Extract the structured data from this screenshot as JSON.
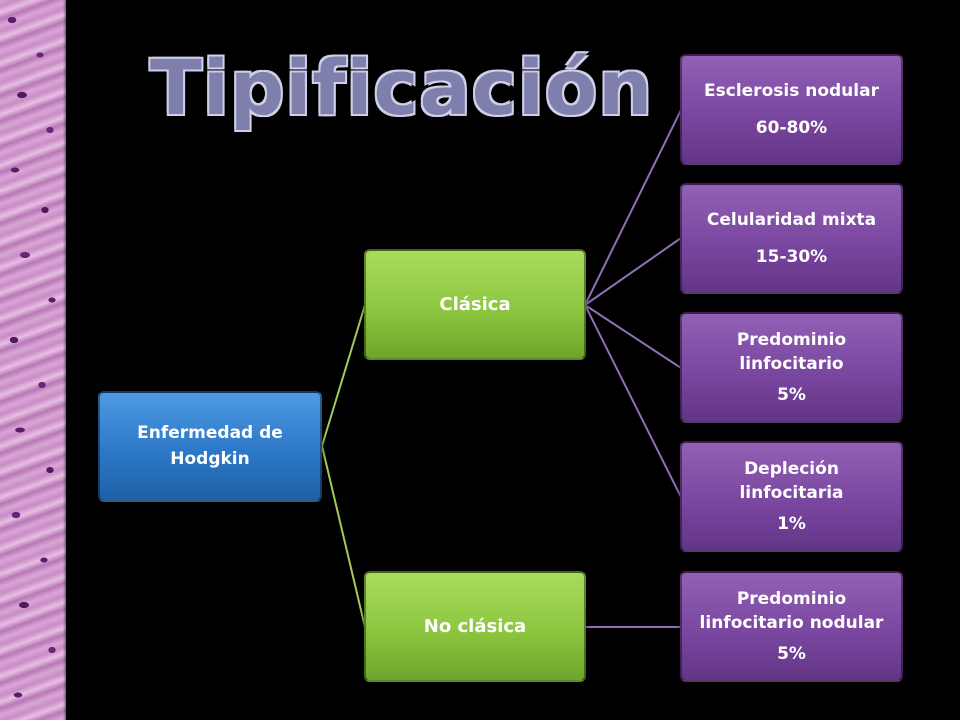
{
  "title": "Tipificación",
  "root": {
    "label": "Enfermedad de Hodgkin"
  },
  "classic": {
    "label": "Clásica",
    "subtypes": [
      {
        "name": "Esclerosis nodular",
        "percent": "60-80%"
      },
      {
        "name": "Celularidad mixta",
        "percent": "15-30%"
      },
      {
        "name": "Predominio linfocitario",
        "percent": "5%"
      },
      {
        "name": "Depleción linfocitaria",
        "percent": "1%"
      }
    ]
  },
  "nonclassic": {
    "label": "No clásica",
    "subtypes": [
      {
        "name": "Predominio linfocitario nodular",
        "percent": "5%"
      }
    ]
  },
  "colors": {
    "root": "#2c78c8",
    "level2": "#8cc63f",
    "level3": "#7a47a0",
    "connector_green": "#a5c95a",
    "connector_purple": "#8f6fb6"
  }
}
